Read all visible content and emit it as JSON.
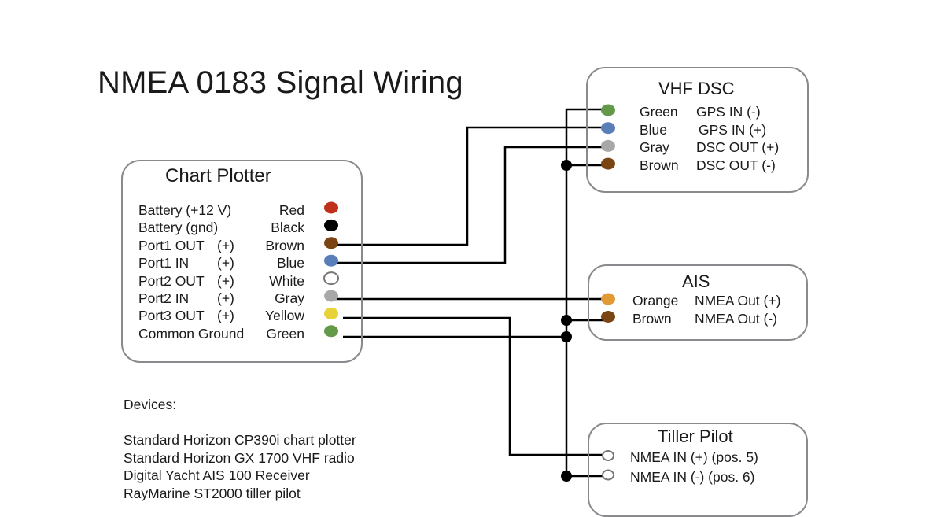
{
  "title": "NMEA 0183 Signal Wiring",
  "colors": {
    "red": "#c0311a",
    "black": "#000000",
    "brown": "#7b4513",
    "blue": "#5a7fb8",
    "white": "#ffffff",
    "gray": "#a8a8a8",
    "yellow": "#e8d23a",
    "green": "#64994a",
    "orange": "#e29a36",
    "wire": "#000000",
    "box_border": "#8a8a8e"
  },
  "chart_plotter": {
    "title": "Chart Plotter",
    "pins": [
      {
        "signal": "Battery (+12 V)",
        "polarity": "",
        "color_name": "Red",
        "color": "red"
      },
      {
        "signal": "Battery (gnd)",
        "polarity": "",
        "color_name": "Black",
        "color": "black"
      },
      {
        "signal": "Port1 OUT",
        "polarity": "(+)",
        "color_name": "Brown",
        "color": "brown"
      },
      {
        "signal": "Port1 IN",
        "polarity": "(+)",
        "color_name": "Blue",
        "color": "blue"
      },
      {
        "signal": "Port2 OUT",
        "polarity": "(+)",
        "color_name": "White",
        "color": "white"
      },
      {
        "signal": "Port2 IN",
        "polarity": "(+)",
        "color_name": "Gray",
        "color": "gray"
      },
      {
        "signal": "Port3 OUT",
        "polarity": "(+)",
        "color_name": "Yellow",
        "color": "yellow"
      },
      {
        "signal": "Common Ground",
        "polarity": "",
        "color_name": "Green",
        "color": "green"
      }
    ]
  },
  "vhf_dsc": {
    "title": "VHF DSC",
    "pins": [
      {
        "color_name": "Green",
        "signal": "GPS IN (-)",
        "color": "green"
      },
      {
        "color_name": "Blue",
        "signal": "GPS IN (+)",
        "color": "blue"
      },
      {
        "color_name": "Gray",
        "signal": "DSC OUT (+)",
        "color": "gray"
      },
      {
        "color_name": "Brown",
        "signal": "DSC OUT (-)",
        "color": "brown"
      }
    ]
  },
  "ais": {
    "title": "AIS",
    "pins": [
      {
        "color_name": "Orange",
        "signal": "NMEA Out (+)",
        "color": "orange"
      },
      {
        "color_name": "Brown",
        "signal": "NMEA Out (-)",
        "color": "brown"
      }
    ]
  },
  "tiller_pilot": {
    "title": "Tiller Pilot",
    "pins": [
      {
        "signal": "NMEA IN (+) (pos. 5)",
        "color": "white"
      },
      {
        "signal": "NMEA IN (-) (pos. 6)",
        "color": "white"
      }
    ]
  },
  "connections": [
    {
      "from": "Chart Plotter Port1 OUT (+) Brown",
      "to": "VHF DSC GPS IN (+) Blue"
    },
    {
      "from": "Chart Plotter Port1 IN (+) Blue",
      "to": "VHF DSC DSC OUT (+) Gray"
    },
    {
      "from": "Chart Plotter Port2 IN (+) Gray",
      "to": "AIS NMEA Out (+) Orange"
    },
    {
      "from": "Chart Plotter Port3 OUT (+) Yellow",
      "to": "Tiller Pilot NMEA IN (+) (pos. 5)"
    },
    {
      "from": "Chart Plotter Common Ground Green",
      "to": "Common ground bus: VHF GPS IN (-), VHF DSC OUT (-), AIS NMEA Out (-), Tiller NMEA IN (-)"
    }
  ],
  "devices": {
    "heading": "Devices:",
    "items": [
      "Standard Horizon CP390i chart plotter",
      "Standard Horizon GX 1700 VHF radio",
      "Digital Yacht AIS 100 Receiver",
      "RayMarine ST2000 tiller pilot"
    ]
  }
}
